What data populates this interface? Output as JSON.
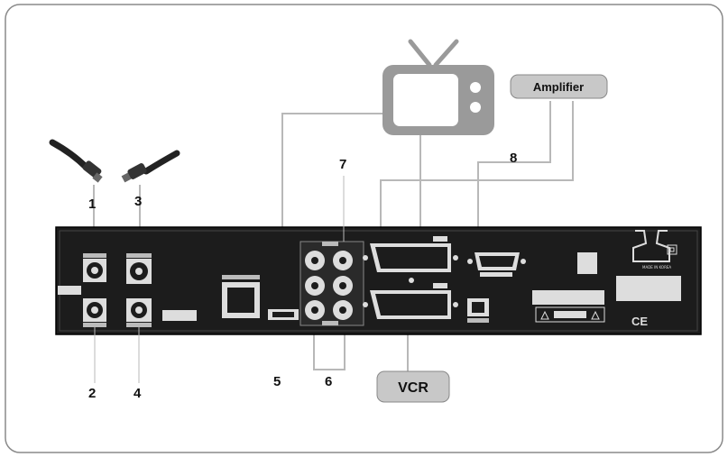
{
  "labels": {
    "tv": "",
    "amplifier": "Amplifier",
    "vcr": "VCR"
  },
  "callouts": [
    "1",
    "2",
    "3",
    "4",
    "5",
    "6",
    "7",
    "8"
  ],
  "panel_text": {
    "made_in_korea": "MADE IN KOREA",
    "ce_mark": "CE"
  },
  "colors": {
    "panel": "#1c1c1c",
    "label_box": "#c8c8c8",
    "tv_body": "#9a9a9a",
    "cable": "#b0b0b0",
    "frame": "#888888"
  }
}
